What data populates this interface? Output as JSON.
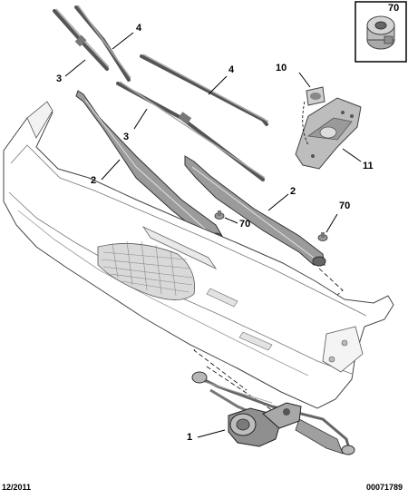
{
  "callouts": {
    "c70_box": "70",
    "c4_top": "4",
    "c3_top": "3",
    "c4_mid": "4",
    "c10": "10",
    "c3_mid": "3",
    "c11": "11",
    "c2_left": "2",
    "c2_right": "2",
    "c70_mid": "70",
    "c70_right": "70",
    "c1": "1"
  },
  "footer": {
    "date": "12/2011",
    "reference": "00071789"
  },
  "icons": [
    "nut-icon",
    "wiper-blade",
    "wiper-arm",
    "wiper-motor",
    "wiper-linkage",
    "cowl-panel",
    "grommet",
    "bracket"
  ]
}
